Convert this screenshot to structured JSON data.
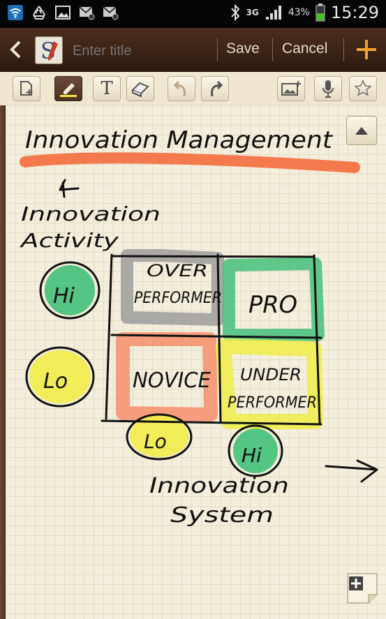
{
  "status_bar": {
    "battery": "43%",
    "network": "3G",
    "time": "15:29"
  },
  "action_bar": {
    "title_placeholder": "Enter title",
    "save_label": "Save",
    "cancel_label": "Cancel"
  },
  "toolbar": {
    "tools": [
      "insert-page-icon",
      "pen-icon",
      "text-icon",
      "eraser-icon",
      "undo-icon",
      "redo-icon",
      "insert-image-icon",
      "microphone-icon",
      "star-icon"
    ],
    "text_tool_label": "T"
  },
  "note": {
    "heading": "Innovation Management",
    "y_axis_label": "Innovation Activity",
    "x_axis_label": "Innovation System",
    "quadrants": [
      "OVER PERFORMER",
      "PRO",
      "NOVICE",
      "UNDER PERFORMER"
    ],
    "y_markers": [
      "Hi",
      "Lo"
    ],
    "x_markers": [
      "Lo",
      "Hi"
    ],
    "colors": {
      "underline": "#f47a4e",
      "grey": "#9c9c9c",
      "green": "#44c07a",
      "salmon": "#f59471",
      "yellow": "#f0ec50"
    }
  }
}
